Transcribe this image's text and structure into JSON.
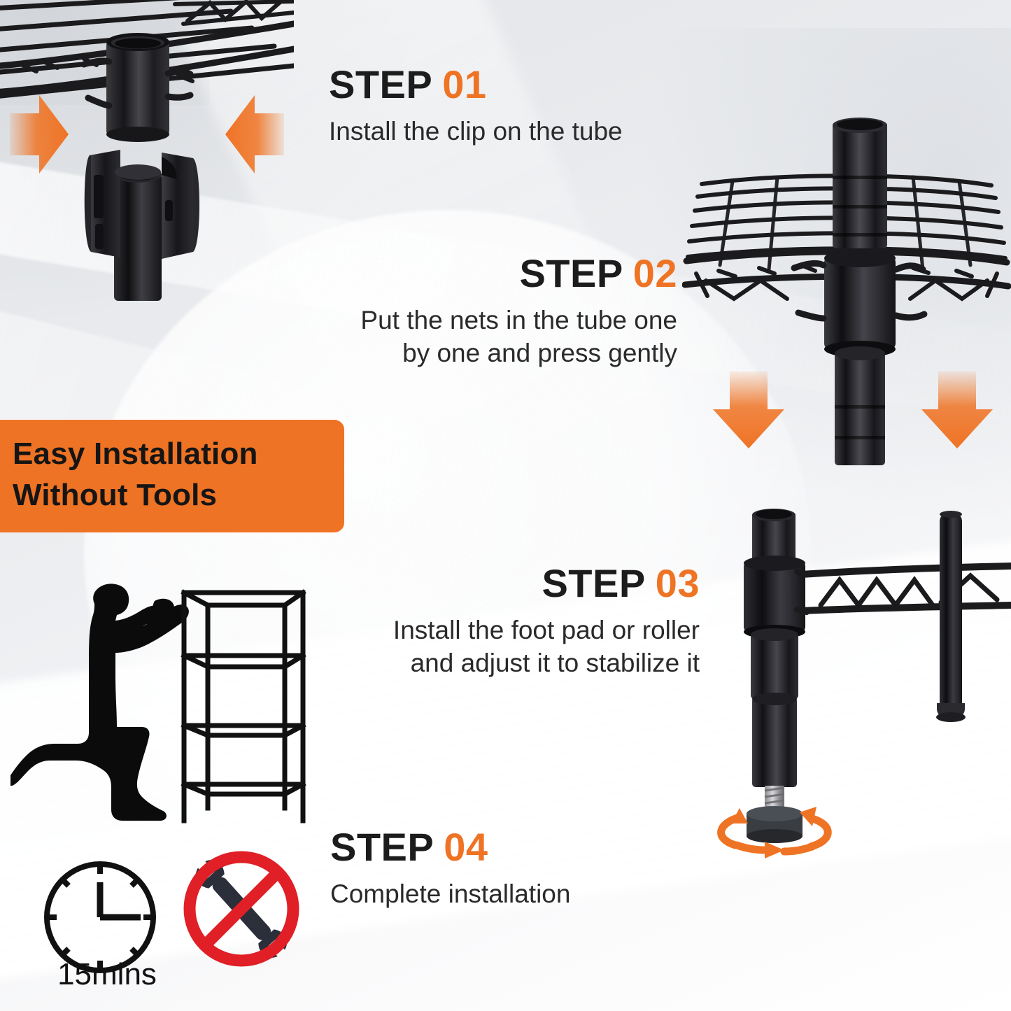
{
  "banner": {
    "line1": "Easy Installation",
    "line2": "Without Tools",
    "background_color": "#ef7324",
    "text_color": "#151515"
  },
  "accent_color": "#ef7324",
  "heading_color": "#1c1c1c",
  "body_text_color": "#2a2a2a",
  "steps": [
    {
      "label": "STEP",
      "number": "01",
      "description": "Install the clip on the tube",
      "align": "left"
    },
    {
      "label": "STEP",
      "number": "02",
      "description": "Put the nets in the tube one\nby one and press gently",
      "align": "right"
    },
    {
      "label": "STEP",
      "number": "03",
      "description": "Install the foot pad or roller\nand adjust it to stabilize it",
      "align": "right"
    },
    {
      "label": "STEP",
      "number": "04",
      "description": "Complete installation",
      "align": "left"
    }
  ],
  "badges": {
    "time_label": "15mins",
    "no_tools_color": "#e01f26",
    "wrench_color": "#2a2f3a"
  },
  "illustrations": {
    "clip_assembly": "wire-shelf-with-split-clip-and-pole",
    "shelf_on_pole": "wire-shelf-seated-on-upright-pole",
    "foot_pad": "adjustable-leveling-foot-pad-on-leg",
    "person": "kneeling-person-assembling-shelf-rack"
  }
}
